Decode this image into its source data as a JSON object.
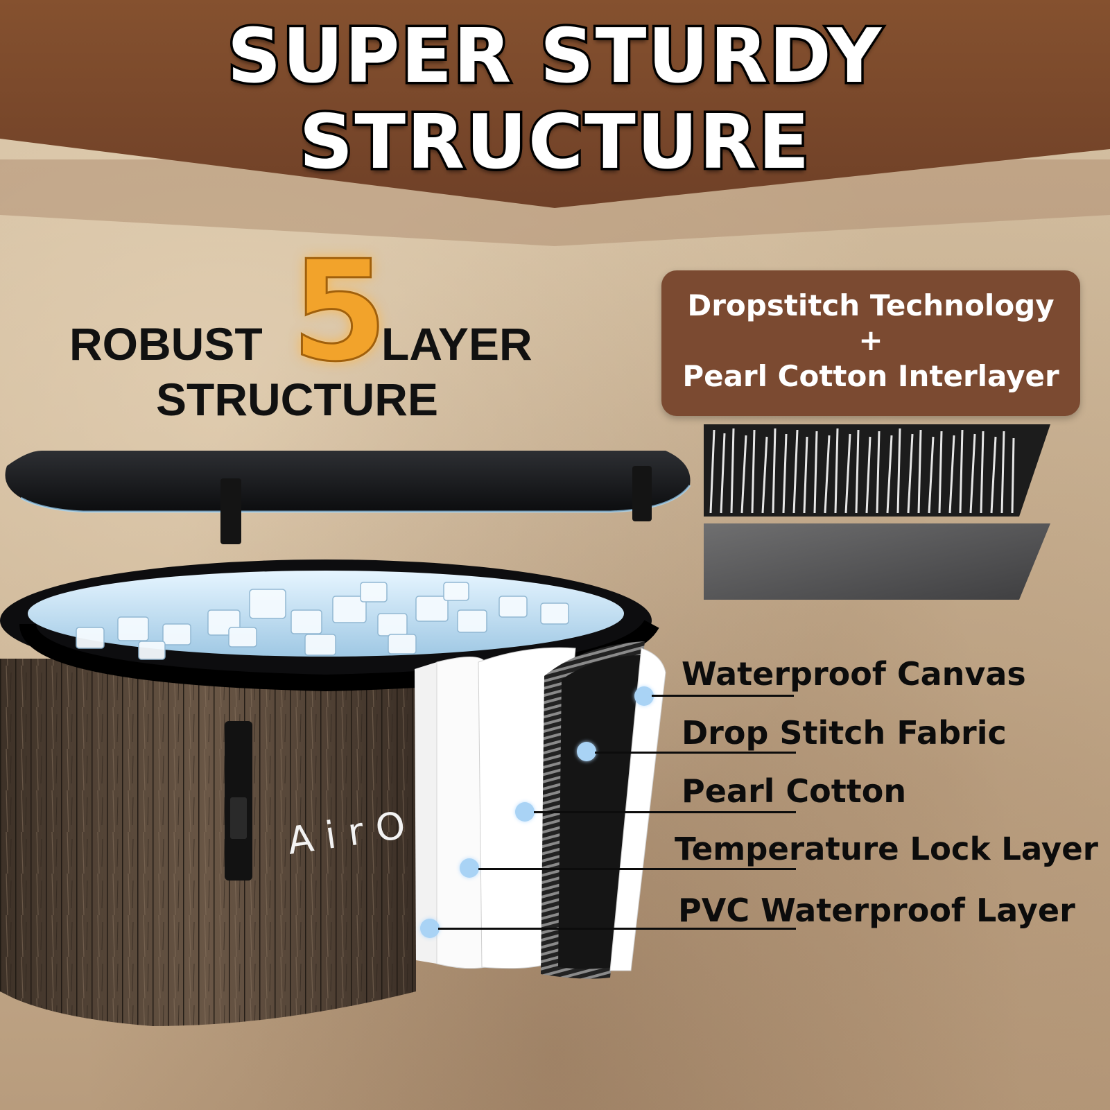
{
  "title": {
    "line1": "SUPER STURDY",
    "line2": "STRUCTURE"
  },
  "headline": {
    "word1": "ROBUST",
    "number": "5",
    "word2": "LAYER",
    "word3": "STRUCTURE"
  },
  "tech_box": {
    "line1": "Dropstitch Technology",
    "plus": "+",
    "line2": "Pearl Cotton Interlayer"
  },
  "brand": "AirO",
  "layers": [
    "Waterproof Canvas",
    "Drop Stitch Fabric",
    "Pearl Cotton",
    "Temperature Lock Layer",
    "PVC Waterproof Layer"
  ],
  "colors": {
    "banner": "#7c4a2e",
    "accent_number": "#f2a32b",
    "dot": "#a9d3f5",
    "tech_box": "#7b4a31"
  }
}
